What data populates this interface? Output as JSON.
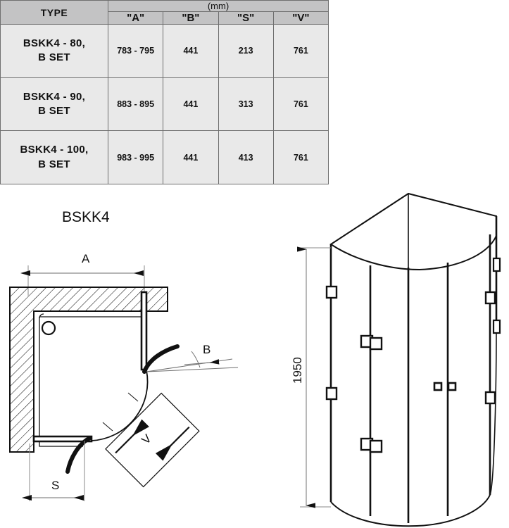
{
  "table": {
    "header": {
      "type_label": "TYPE",
      "unit_label": "(mm)",
      "columns": [
        "\"A\"",
        "\"B\"",
        "\"S\"",
        "\"V\""
      ]
    },
    "rows": [
      {
        "type": [
          "BSKK4 - 80,",
          "B SET"
        ],
        "A": "783 - 795",
        "B": "441",
        "S": "213",
        "V": "761"
      },
      {
        "type": [
          "BSKK4 - 90,",
          "B SET"
        ],
        "A": "883 - 895",
        "B": "441",
        "S": "313",
        "V": "761"
      },
      {
        "type": [
          "BSKK4 - 100,",
          "B SET"
        ],
        "A": "983 - 995",
        "B": "441",
        "S": "413",
        "V": "761"
      }
    ]
  },
  "plan_view": {
    "title": "BSKK4",
    "dim_a": "A",
    "dim_b": "B",
    "dim_s": "S",
    "dim_v": "V"
  },
  "iso_view": {
    "height_dim": "1950"
  },
  "colors": {
    "header_fill": "#c3c3c4",
    "row_fill": "#e9e9e9",
    "grid_line": "#6f6f6f",
    "ink": "#111111",
    "thin_line": "#8a8a8a"
  }
}
